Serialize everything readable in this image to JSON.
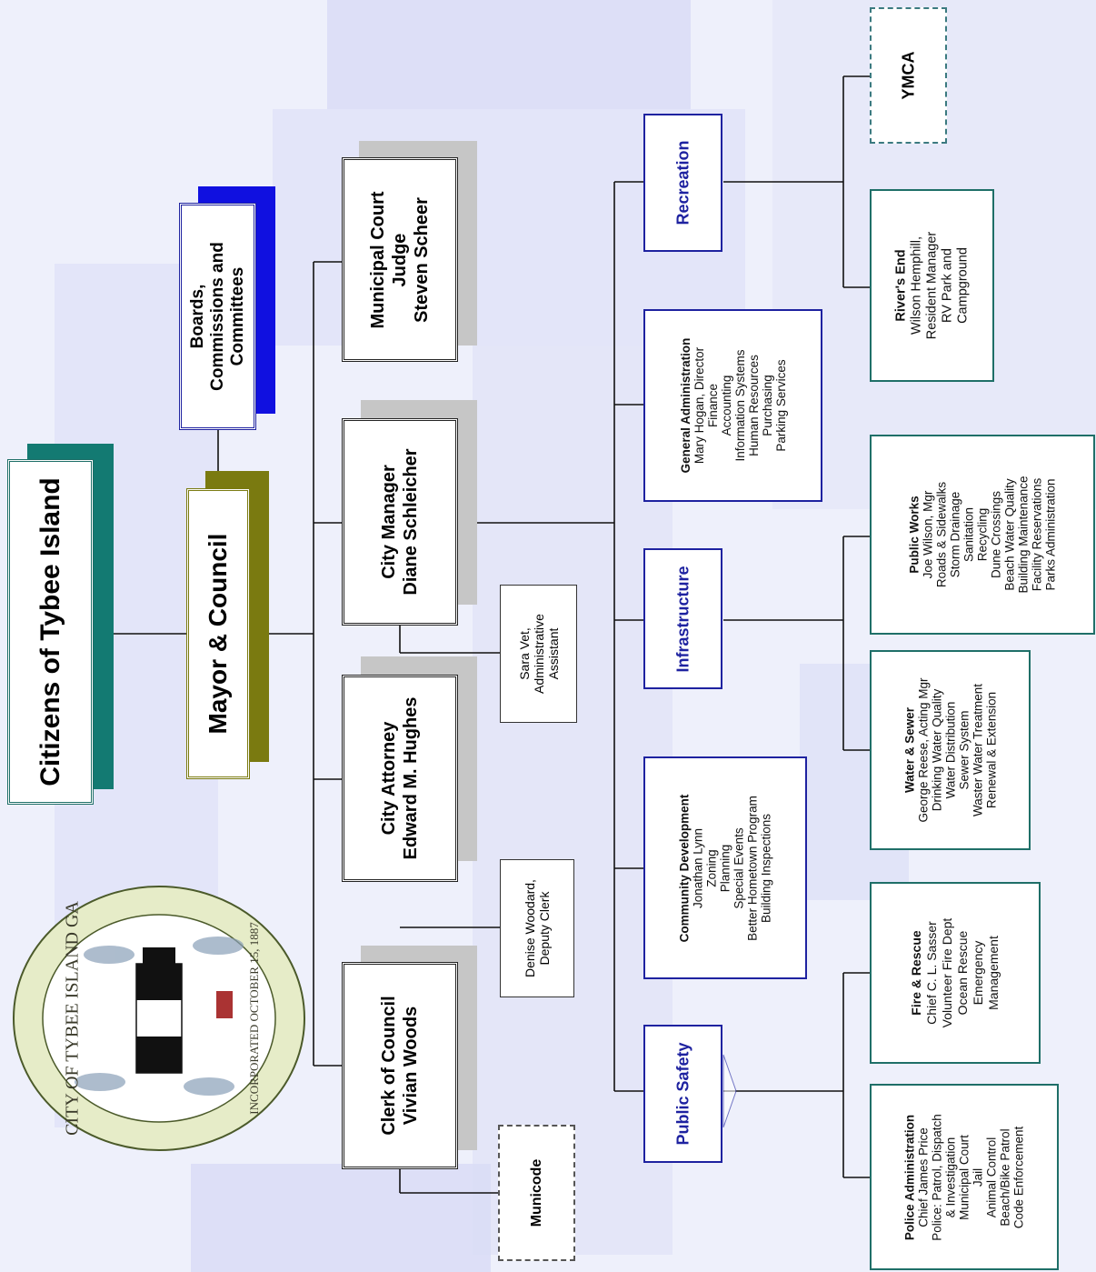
{
  "seal": {
    "top_text": "CITY OF TYBEE ISLAND GA",
    "bottom_text": "INCORPORATED OCTOBER 15, 1887"
  },
  "citizens": "Citizens of Tybee Island",
  "mayor_council": "Mayor & Council",
  "boards": [
    "Boards,",
    "Commissions and",
    "Committees"
  ],
  "officers": {
    "clerk": [
      "Clerk of Council",
      "Vivian Woods"
    ],
    "attorney": [
      "City Attorney",
      "Edward M. Hughes"
    ],
    "manager": [
      "City Manager",
      "Diane Schleicher"
    ],
    "court": [
      "Municipal Court",
      "Judge",
      "Steven Scheer"
    ]
  },
  "staff": {
    "deputy_clerk": [
      "Denise Woodard,",
      "Deputy Clerk"
    ],
    "admin_assistant": [
      "Sara Vet,",
      "Administrative",
      "Assistant"
    ],
    "municode": "Municode"
  },
  "departments": {
    "public_safety": "Public Safety",
    "infrastructure": "Infrastructure",
    "recreation": "Recreation"
  },
  "community_development": {
    "title": "Community Development",
    "lines": [
      "Jonathan Lynn",
      "Zoning",
      "Planning",
      "Special Events",
      "Better Hometown Program",
      "Building Inspections"
    ]
  },
  "general_administration": {
    "title": "General Administration",
    "lines": [
      "Mary Hogan, Director",
      "Finance",
      "Accounting",
      "Information Systems",
      "Human Resources",
      "Purchasing",
      "Parking Services"
    ]
  },
  "units": {
    "police": {
      "title": "Police Administration",
      "lines": [
        "Chief James Price",
        "Police: Patrol, Dispatch",
        "& Investigation",
        "Municipal Court",
        "Jail",
        "Animal Control",
        "Beach/Bike Patrol",
        "Code Enforcement"
      ]
    },
    "fire": {
      "title": "Fire & Rescue",
      "lines": [
        "Chief C. L. Sasser",
        "Volunteer Fire Dept",
        "Ocean Rescue",
        "Emergency",
        "Management"
      ]
    },
    "water": {
      "title": "Water & Sewer",
      "lines": [
        "George Reese, Acting Mgr",
        "Drinking Water Quality",
        "Water Distribution",
        "Sewer System",
        "Waster Water Treatment",
        "Renewal & Extension"
      ]
    },
    "public_works": {
      "title": "Public Works",
      "lines": [
        "Joe Wilson, Mgr",
        "Roads & Sidewalks",
        "Storm Drainage",
        "Sanitation",
        "Recycling",
        "Dune Crossings",
        "Beach Water Quality",
        "Building Maintenance",
        "Facility Reservations",
        "Parks Administration"
      ]
    },
    "rivers_end": {
      "title": "River's End",
      "lines": [
        "Wilson Hemphill,",
        "Resident Manager",
        "RV Park and",
        "Campground"
      ]
    },
    "ymca": "YMCA"
  }
}
